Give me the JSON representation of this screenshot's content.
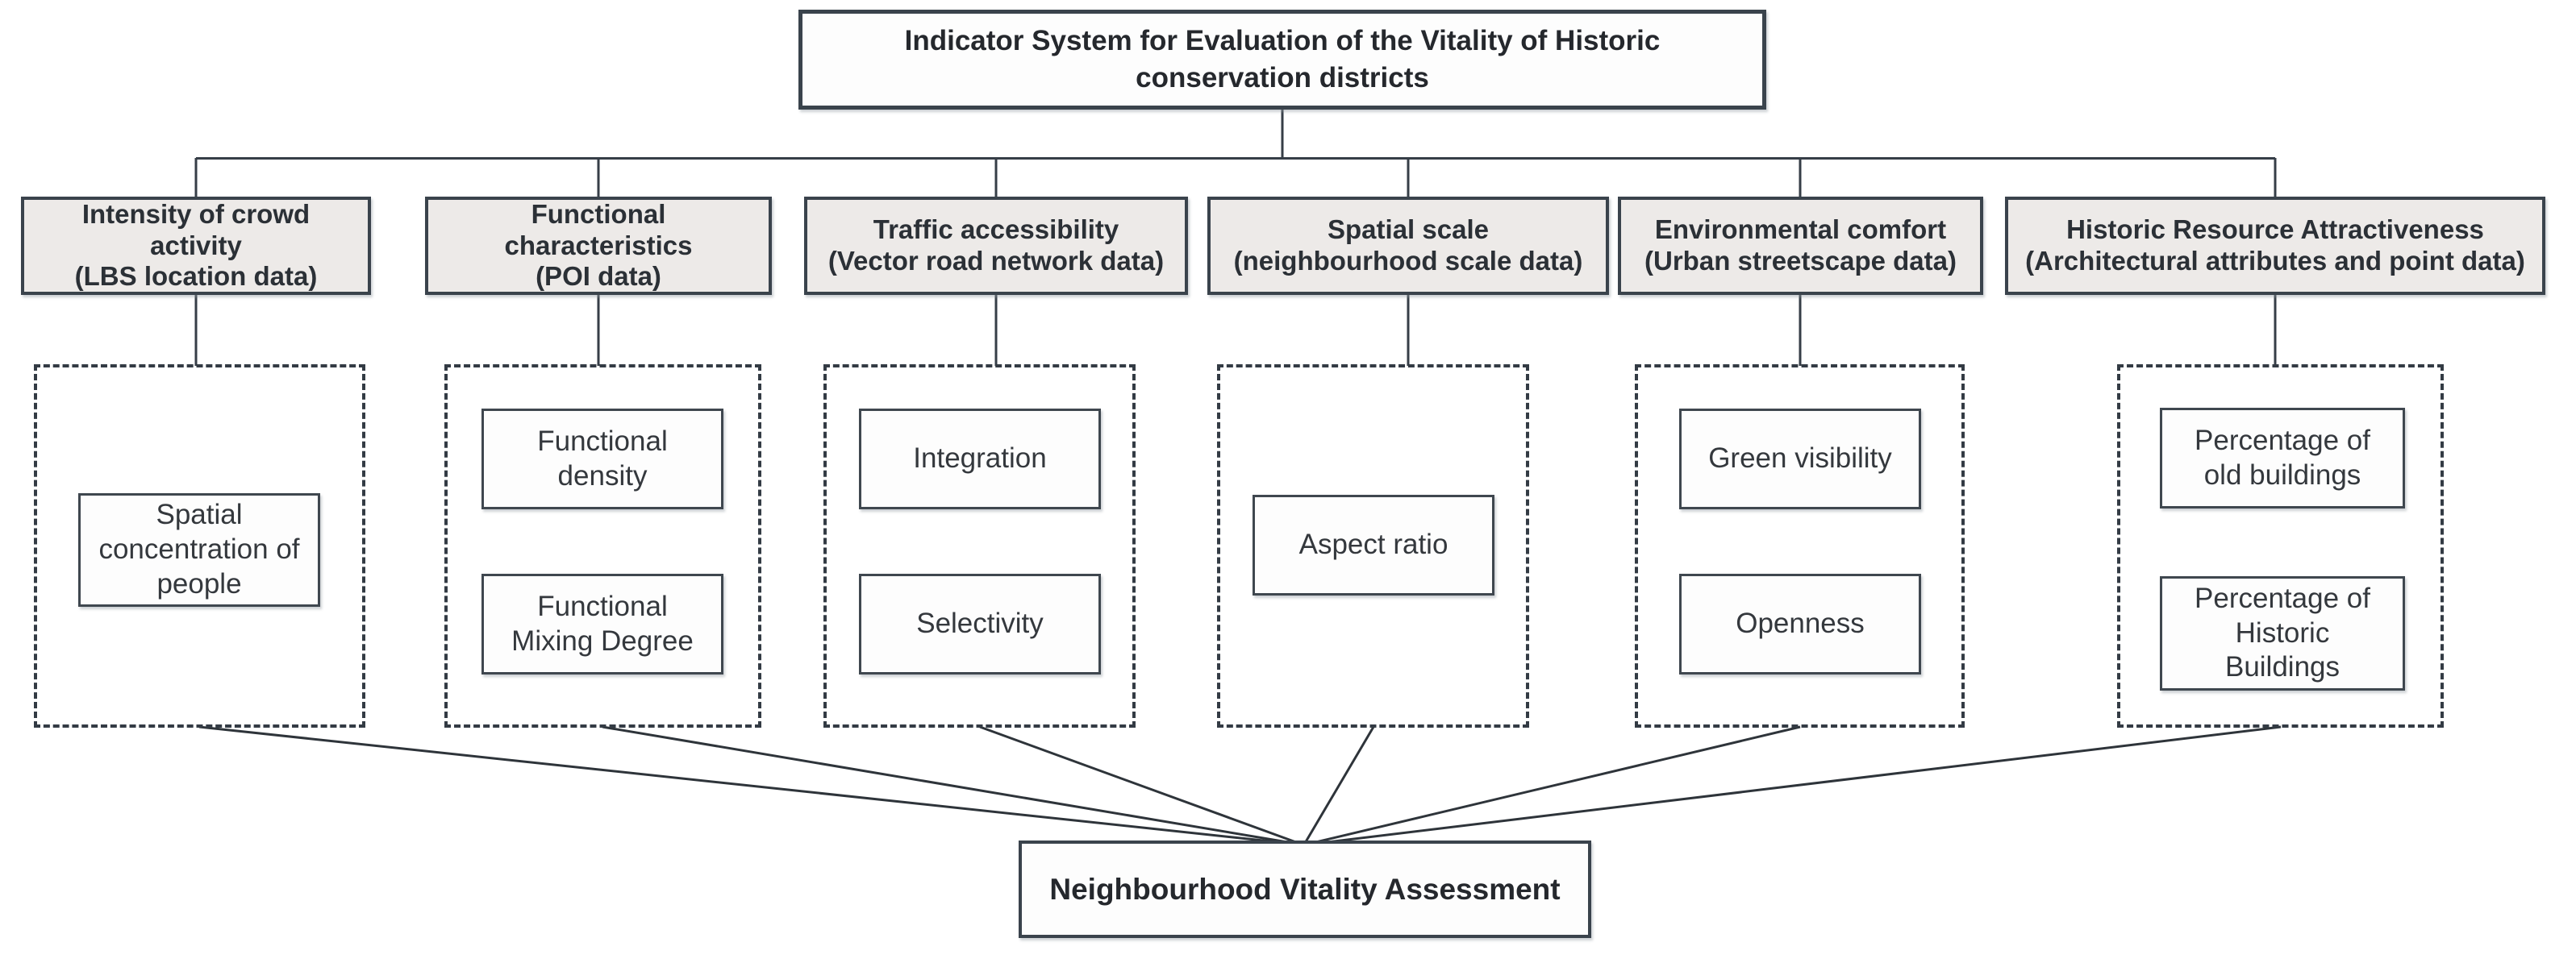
{
  "diagram": {
    "title": "Indicator System for Evaluation of the Vitality of Historic conservation districts",
    "assessment": "Neighbourhood Vitality Assessment",
    "categories": [
      {
        "name": "Intensity of crowd activity",
        "source": "(LBS location data)",
        "indicators": [
          "Spatial concentration of people"
        ]
      },
      {
        "name": "Functional characteristics",
        "source": "(POI data)",
        "indicators": [
          "Functional density",
          "Functional Mixing Degree"
        ]
      },
      {
        "name": "Traffic accessibility",
        "source": "(Vector road network data)",
        "indicators": [
          "Integration",
          "Selectivity"
        ]
      },
      {
        "name": "Spatial scale",
        "source": "(neighbourhood scale data)",
        "indicators": [
          "Aspect ratio"
        ]
      },
      {
        "name": "Environmental comfort",
        "source": "(Urban streetscape data)",
        "indicators": [
          "Green visibility",
          "Openness"
        ]
      },
      {
        "name": "Historic Resource Attractiveness",
        "source": "(Architectural attributes and point data)",
        "indicators": [
          "Percentage of old buildings",
          "Percentage of Historic Buildings"
        ]
      }
    ],
    "colors": {
      "category_fill": "#EDEAE8",
      "box_border": "#3A434C",
      "connector_line": "#363E47",
      "text": "#2B3036"
    }
  }
}
